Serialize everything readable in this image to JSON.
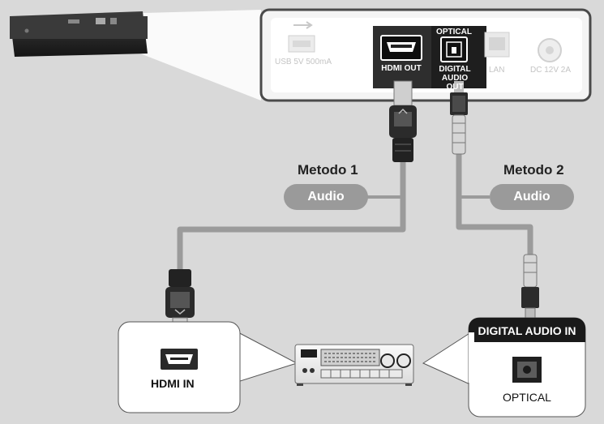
{
  "player_panel": {
    "usb_label": "USB 5V 500mA",
    "hdmi_out_label": "HDMI OUT",
    "optical_label": "OPTICAL",
    "digital_audio_out_label": "DIGITAL AUDIO OUT",
    "lan_label": "LAN",
    "dc_label": "DC 12V 2A"
  },
  "method1": {
    "title": "Metodo 1",
    "pill": "Audio"
  },
  "method2": {
    "title": "Metodo 2",
    "pill": "Audio"
  },
  "receiver_left": {
    "hdmi_in_label": "HDMI IN"
  },
  "receiver_right": {
    "header": "DIGITAL AUDIO IN",
    "optical_label": "OPTICAL"
  },
  "colors": {
    "background": "#d9d9d9",
    "panel_border": "#4a4a4a",
    "cable": "#9b9b9b",
    "pill": "#9a9a9a",
    "header_bg": "#1a1a1a"
  }
}
